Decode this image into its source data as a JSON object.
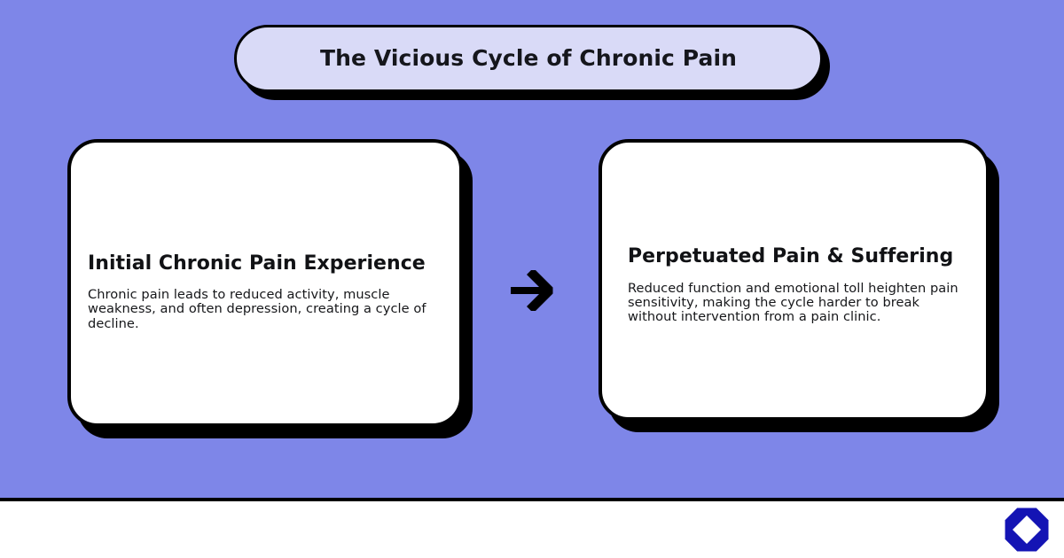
{
  "page": {
    "background_color": "#7e86e8",
    "footer_background_color": "#ffffff",
    "divider_color": "#000000"
  },
  "header": {
    "title": "The Vicious Cycle of Chronic Pain",
    "pill_fill_color": "#d9daf7",
    "pill_border_color": "#000000",
    "title_color": "#15161c"
  },
  "flow": {
    "connector_icon": "arrow-right-icon",
    "connector_color": "#000000",
    "steps": [
      {
        "heading": "Initial Chronic Pain Experience",
        "body": "Chronic pain leads to reduced activity, muscle weakness, and often depression, creating a cycle of decline."
      },
      {
        "heading": "Perpetuated Pain & Suffering",
        "body": "Reduced function and emotional toll heighten pain sensitivity, making the cycle harder to break without intervention from a pain clinic."
      }
    ],
    "card_fill_color": "#ffffff",
    "card_border_color": "#000000",
    "card_shadow_color": "#000000"
  },
  "footer": {
    "logo_icon": "octagon-diamond-logo-icon",
    "logo_color": "#1414b4",
    "logo_inner_color": "#ffffff"
  }
}
